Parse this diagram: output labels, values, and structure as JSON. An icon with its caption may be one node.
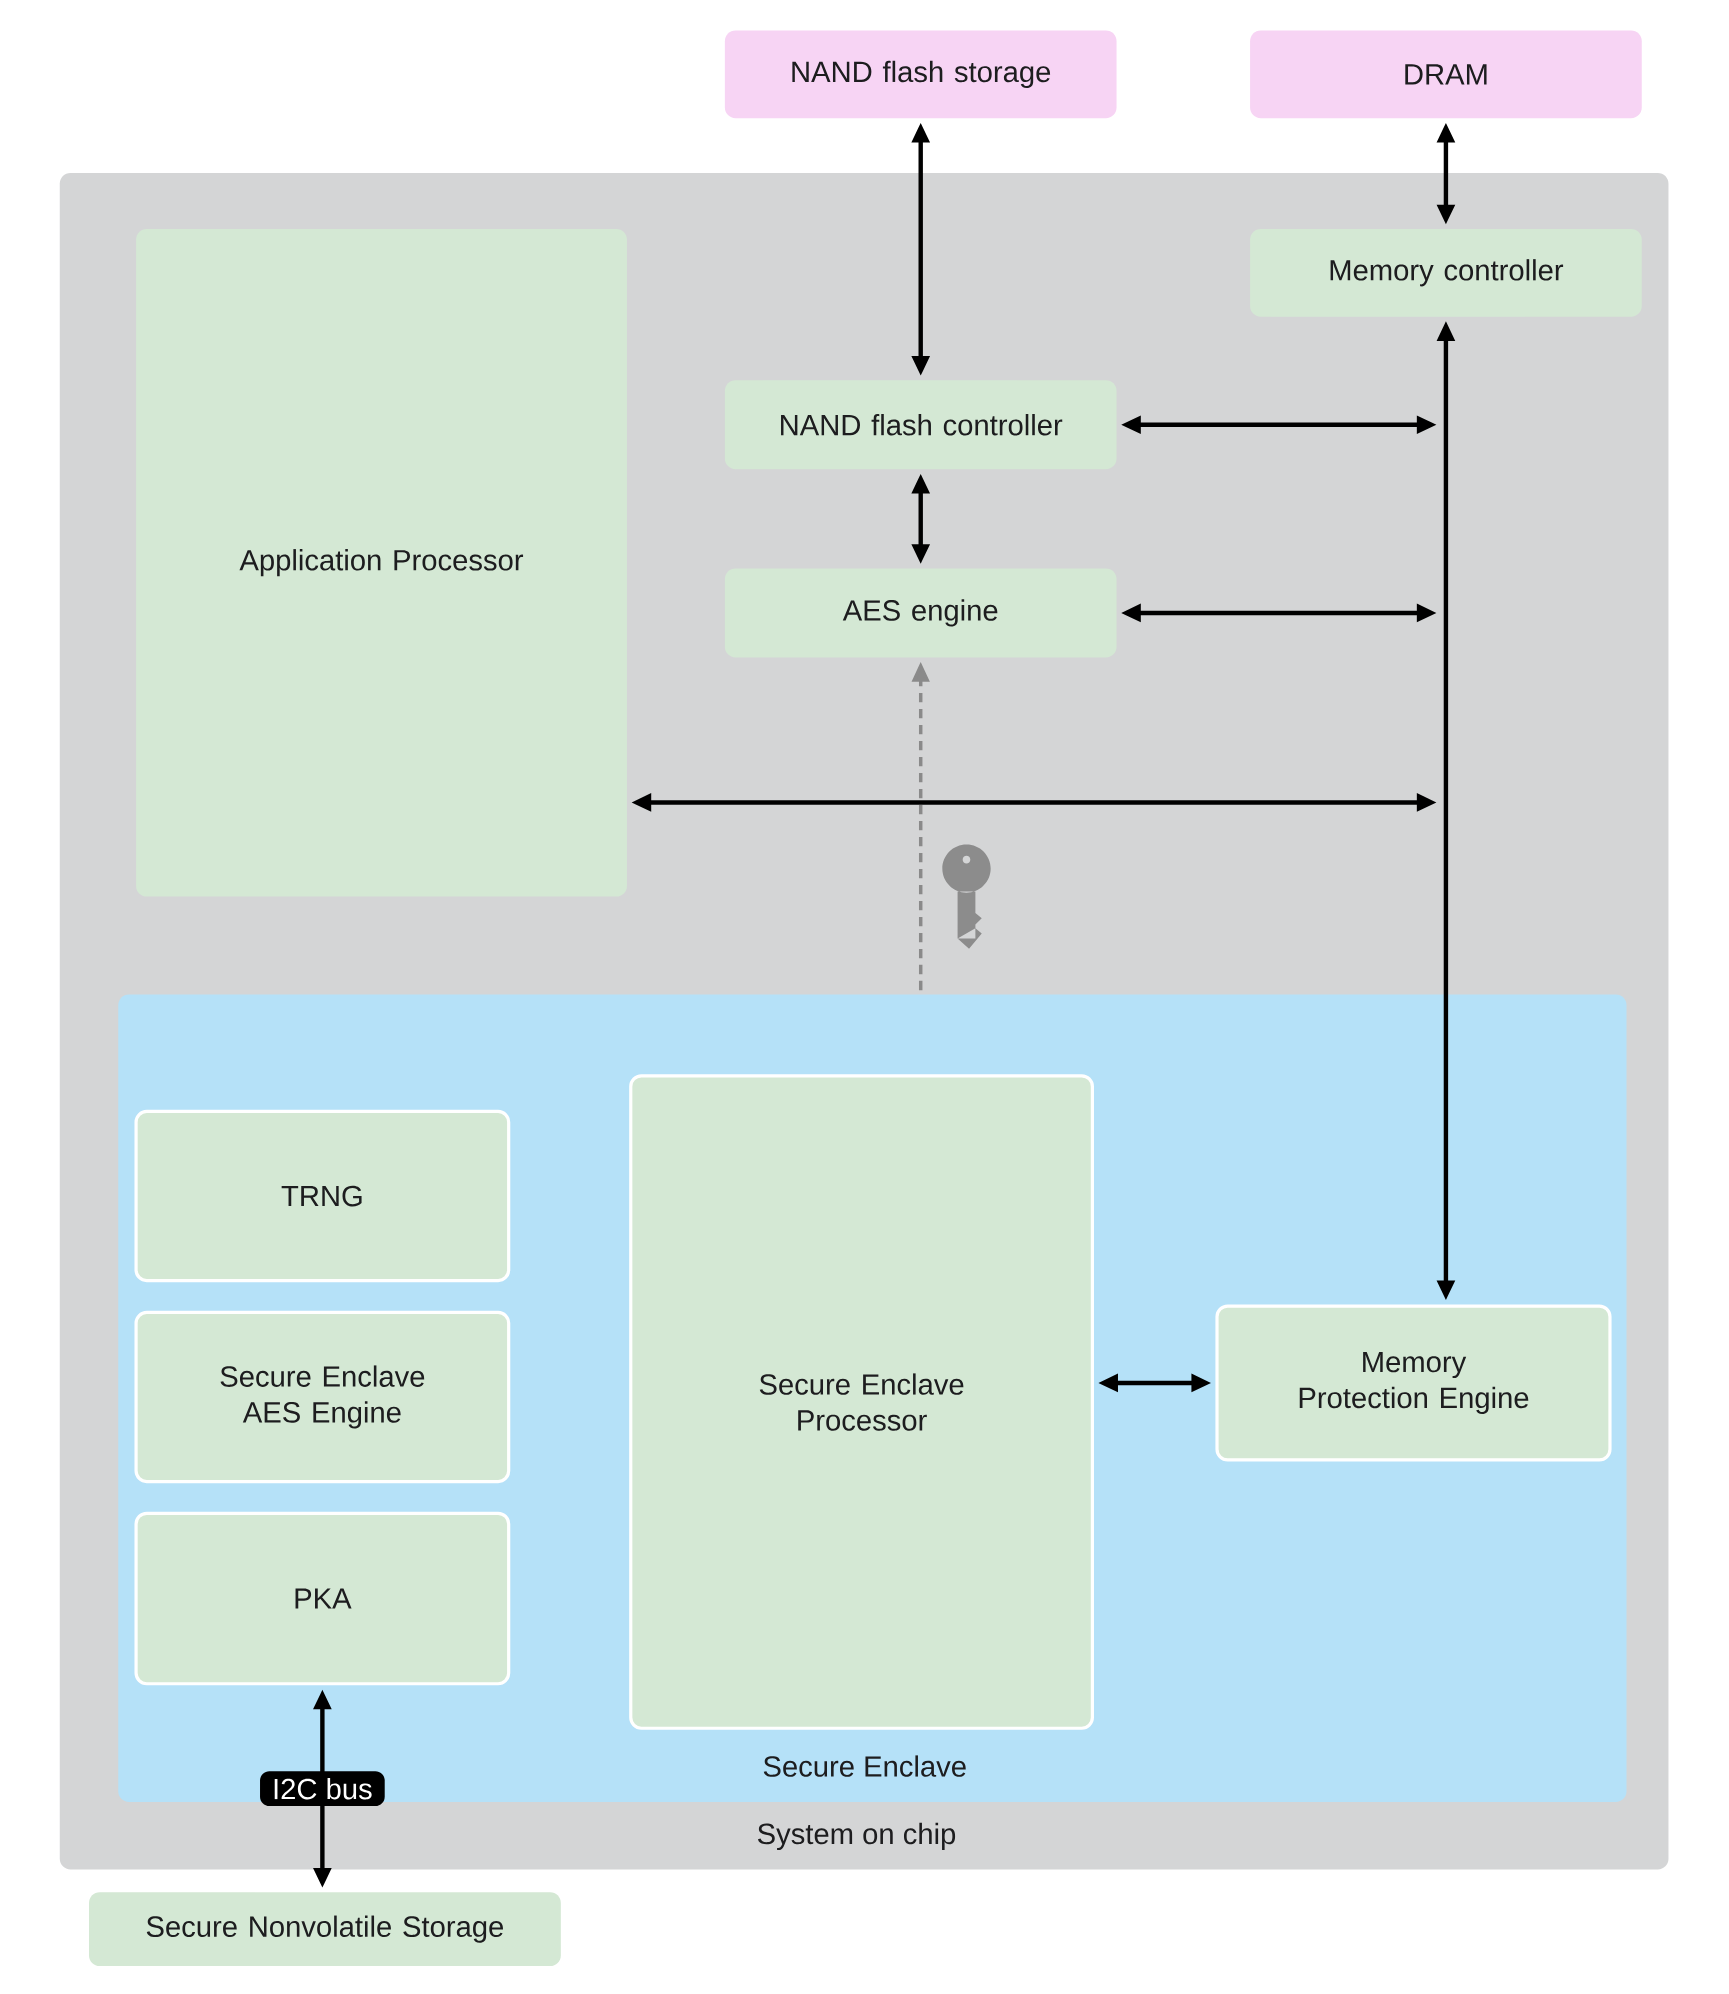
{
  "diagram": {
    "nodes": [
      {
        "text": [
          "NAND flash storage"
        ]
      },
      {
        "text": [
          "DRAM"
        ]
      },
      {
        "text": [
          "System on chip"
        ]
      },
      {
        "text": [
          "Application Processor"
        ],
        "in": 2
      },
      {
        "text": [
          "Memory controller"
        ],
        "in": 2
      },
      {
        "text": [
          "NAND flash controller"
        ],
        "in": 2
      },
      {
        "text": [
          "AES engine"
        ],
        "in": 2
      },
      {
        "text": [
          "Secure Enclave"
        ],
        "in": 2
      },
      {
        "text": [
          "TRNG"
        ],
        "in": 7
      },
      {
        "text": [
          "Secure Enclave AES Engine"
        ],
        "in": 7
      },
      {
        "text": [
          "PKA"
        ],
        "in": 7
      },
      {
        "text": [
          "Secure Enclave Processor"
        ],
        "in": 7
      },
      {
        "text": [
          "Memory Protection Engine"
        ],
        "in": 7
      },
      {
        "text": [
          "Secure Nonvolatile Storage"
        ]
      }
    ],
    "edges": [
      {
        "from": 0,
        "to": 5,
        "arrow": "both"
      },
      {
        "from": 1,
        "to": 4,
        "arrow": "both"
      },
      {
        "from": 5,
        "to": 6,
        "arrow": "both"
      },
      {
        "from": 7,
        "to": 6,
        "arrow": "to",
        "style": "dashed",
        "color": "#8a8a8a"
      },
      {
        "from": 4,
        "to": 12,
        "arrow": "both"
      },
      {
        "from": 5,
        "to": null,
        "arrow": "both"
      },
      {
        "from": 6,
        "to": null,
        "arrow": "both"
      },
      {
        "from": 3,
        "to": null,
        "arrow": "both"
      },
      {
        "from": 11,
        "to": 12,
        "arrow": "both"
      },
      {
        "from": 10,
        "to": 13,
        "arrow": "both",
        "label": "I2C bus"
      }
    ]
  }
}
